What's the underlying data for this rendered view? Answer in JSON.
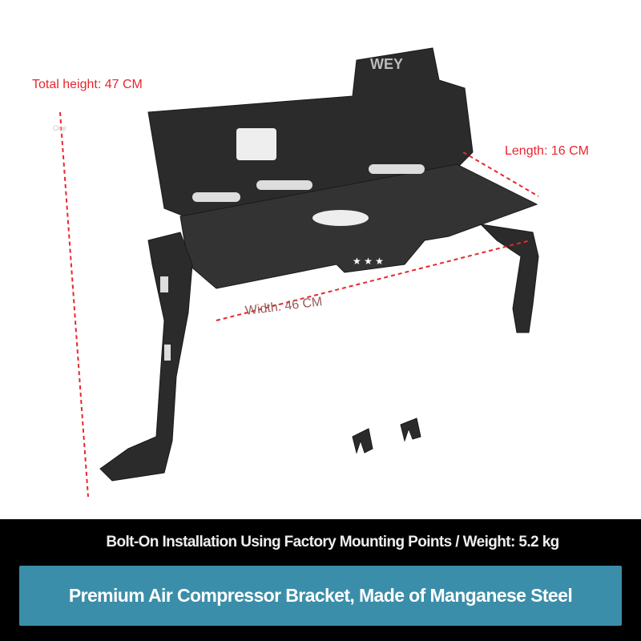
{
  "dimensions": {
    "height": "Total height: 47 CM",
    "length": "Length: 16 CM",
    "width": "Width: 46 CM",
    "watermark": "One"
  },
  "product": {
    "logo": "WEY"
  },
  "footer": {
    "subtitle": "Bolt-On Installation Using Factory Mounting Points / Weight: 5.2 kg",
    "title": "Premium Air Compressor Bracket, Made of Manganese Steel"
  },
  "colors": {
    "dimension_red": "#e8262e",
    "banner_blue": "#3b8ea9",
    "band_black": "#000000",
    "metal": "#2a2a2a"
  }
}
